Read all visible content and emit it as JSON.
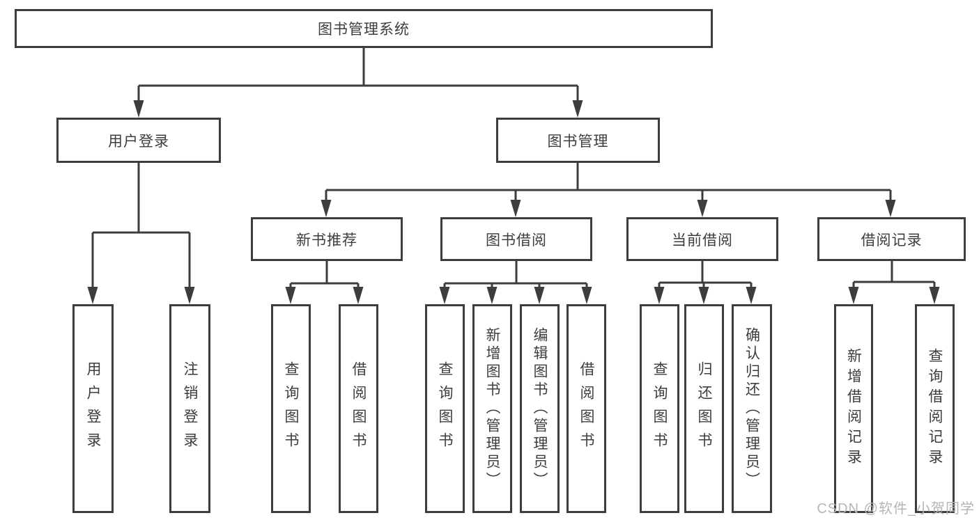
{
  "colors": {
    "line": "#3d3d3d",
    "box_border": "#3d3d3d",
    "text": "#3d3d3d",
    "background": "#ffffff",
    "watermark_text_color": "#b5b5b5"
  },
  "watermark": {
    "text": "CSDN @软件_小贺同学"
  },
  "nodes": {
    "root": "图书管理系统",
    "user_login": "用户登录",
    "book_mgmt": "图书管理",
    "new_book_rec": "新书推荐",
    "book_borrow": "图书借阅",
    "current_borrow": "当前借阅",
    "borrow_records": "借阅记录",
    "login_leaf": "用户登录",
    "logout_leaf": "注销登录",
    "rec_query": "查询图书",
    "rec_borrow": "借阅图书",
    "bor_query": "查询图书",
    "bor_add": "新增图书（管理员）",
    "bor_edit": "编辑图书（管理员）",
    "bor_borrow": "借阅图书",
    "cur_query": "查询图书",
    "cur_return": "归还图书",
    "cur_confirm": "确认归还（管理员）",
    "recs_add": "新增借阅记录",
    "recs_query": "查询借阅记录"
  }
}
